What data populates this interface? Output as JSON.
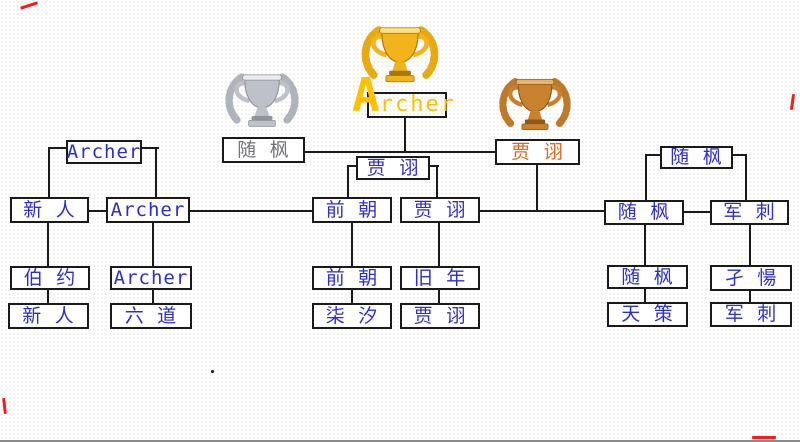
{
  "slide": {
    "description": "tournament-bracket"
  },
  "colors": {
    "blue": "#2E2ECC",
    "gray": "#737378",
    "orange": "#E8641E",
    "gold_text": "#FFC000",
    "line": "#1A1A1A",
    "red_mark": "#FF1A1A",
    "gold_trophy_main": "#F2B31C",
    "gold_trophy_light": "#FFE27A",
    "gold_trophy_dark": "#A8770C",
    "silver_trophy_main": "#BDC2CA",
    "silver_trophy_light": "#EAECF0",
    "silver_trophy_dark": "#8E939C",
    "bronze_trophy_main": "#C8822F",
    "bronze_trophy_light": "#EBB269",
    "bronze_trophy_dark": "#8F5713"
  },
  "champion": {
    "label": "Archer",
    "initial": "A",
    "rest": "rcher"
  },
  "trophies": [
    {
      "id": "gold-trophy",
      "rank": 1
    },
    {
      "id": "silver-trophy",
      "rank": 2
    },
    {
      "id": "bronze-trophy",
      "rank": 3
    }
  ],
  "nodes": [
    {
      "id": "semi-left-archer",
      "label": "Archer",
      "color": "blue"
    },
    {
      "id": "row-xinren",
      "label": "新 人",
      "color": "blue"
    },
    {
      "id": "row-archer",
      "label": "Archer",
      "color": "blue"
    },
    {
      "id": "boyue",
      "label": "伯 约",
      "color": "blue"
    },
    {
      "id": "bottom-xinren",
      "label": "新 人",
      "color": "blue"
    },
    {
      "id": "lower-archer",
      "label": "Archer",
      "color": "blue"
    },
    {
      "id": "liudao",
      "label": "六 道",
      "color": "blue"
    },
    {
      "id": "silver-suifeng",
      "label": "随 枫",
      "color": "gray"
    },
    {
      "id": "mid-jiaxu",
      "label": "贾 诩",
      "color": "blue"
    },
    {
      "id": "row-qianchao",
      "label": "前 朝",
      "color": "blue"
    },
    {
      "id": "row-jiaxu",
      "label": "贾 诩",
      "color": "blue"
    },
    {
      "id": "bronze-jiaxu",
      "label": "贾 诩",
      "color": "orange"
    },
    {
      "id": "lower-qianchao",
      "label": "前 朝",
      "color": "blue"
    },
    {
      "id": "qixi",
      "label": "柒 汐",
      "color": "blue"
    },
    {
      "id": "jiunian",
      "label": "旧 年",
      "color": "blue"
    },
    {
      "id": "bottom-jiaxu",
      "label": "贾 诩",
      "color": "blue"
    },
    {
      "id": "semi-right-suifeng",
      "label": "随 枫",
      "color": "blue"
    },
    {
      "id": "row-suifeng",
      "label": "随 枫",
      "color": "blue"
    },
    {
      "id": "row-junci",
      "label": "军 刺",
      "color": "blue"
    },
    {
      "id": "lower-suifeng",
      "label": "随 枫",
      "color": "blue"
    },
    {
      "id": "tiance",
      "label": "天 策",
      "color": "blue"
    },
    {
      "id": "jieti",
      "label": "孑 愓",
      "color": "blue"
    },
    {
      "id": "bottom-junci",
      "label": "军 刺",
      "color": "blue"
    }
  ]
}
